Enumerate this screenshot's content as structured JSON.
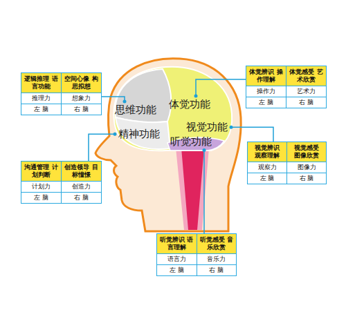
{
  "diagram": {
    "nodes": [
      {
        "text": [
          "逻辑推理 语言功能",
          "空间心像 构思拟想",
          "推理力",
          "想象力",
          "左 脑",
          "右 脑"
        ]
      },
      {
        "text": [
          "体觉辨识 操作理解",
          "体觉感受 艺术欣赏",
          "操作力",
          "艺术力",
          "左 脑",
          "右 脑"
        ]
      },
      {
        "text": [
          "思维功能"
        ]
      },
      {
        "text": [
          "体觉功能"
        ]
      },
      {
        "text": [
          "视觉功能"
        ]
      },
      {
        "text": [
          "精神功能"
        ]
      },
      {
        "text": [
          "听觉功能"
        ]
      },
      {
        "text": [
          "视觉辨识 观察理解",
          "视觉感受 图像欣赏",
          "观察力",
          "图像力",
          "左 脑",
          "右 脑"
        ]
      },
      {
        "text": [
          "沟通管理 计划判断",
          "创造领导 目标憧憬",
          "计划力",
          "创造力",
          "左 脑",
          "右 脑"
        ]
      },
      {
        "text": [
          "听觉辨识 语言理解",
          "听觉感受 音乐欣赏",
          "语言力",
          "音乐力",
          "左 脑",
          "右 脑"
        ]
      }
    ],
    "edges": [
      {
        "from": 0,
        "to": 2,
        "arrow": "none"
      },
      {
        "from": 1,
        "to": 3,
        "arrow": "none"
      },
      {
        "from": 7,
        "to": 4,
        "arrow": "none"
      },
      {
        "from": 8,
        "to": 5,
        "arrow": "none"
      },
      {
        "from": 9,
        "to": 6,
        "arrow": "none"
      }
    ]
  }
}
